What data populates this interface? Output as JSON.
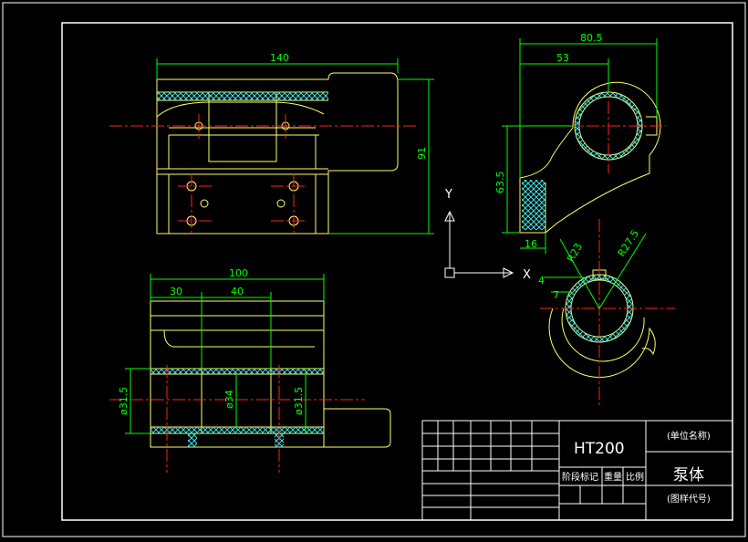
{
  "title_block": {
    "material": "HT200",
    "company": "(单位名称)",
    "part_name": "泵体",
    "drawing_no": "(图样代号)",
    "stage_mark": "阶段标记",
    "weight": "重量",
    "scale": "比例"
  },
  "dimensions": {
    "top_width": "140",
    "top_height": "91",
    "right_width": "80.5",
    "right_half_width": "53",
    "right_height": "63.5",
    "right_foot": "16",
    "bottom_width": "100",
    "bottom_left": "30",
    "bottom_mid": "40",
    "dia_left": "ø31.5",
    "dia_mid": "ø34",
    "dia_right": "ø31.5",
    "radius_small": "R23",
    "radius_large": "R27.5",
    "offset_4": "4",
    "offset_7": "7"
  },
  "axes": {
    "y_label": "Y",
    "x_label": "X"
  },
  "colors": {
    "border": "#ffffff",
    "outline": "#ffff66",
    "dimension": "#00ff00",
    "centerline": "#ff2020",
    "hatch": "#40e0e0"
  }
}
